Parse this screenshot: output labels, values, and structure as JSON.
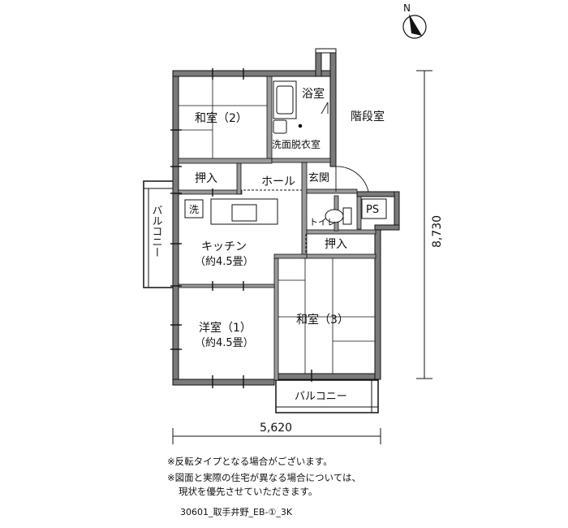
{
  "rooms": {
    "washitsu2": "和室（2）",
    "bathroom": "浴室",
    "stairwell": "階段室",
    "washroom": "洗面脱衣室",
    "oshiire1": "押入",
    "hall": "ホール",
    "genkan": "玄関",
    "ps": "PS",
    "sentaku": "洗",
    "toilet": "トイレ",
    "oshiire2": "押入",
    "balcony_west": "バルコニー",
    "kitchen": "キッチン",
    "kitchen_size": "（約4.5畳）",
    "youshitsu1": "洋室（1）",
    "youshitsu1_size": "（約4.5畳）",
    "washitsu3": "和室（3）",
    "balcony_south": "バルコニー"
  },
  "dimensions": {
    "width": "5,620",
    "height": "8,730"
  },
  "notes": {
    "note1": "※反転タイプとなる場合がございます。",
    "note2": "※図面と実際の住宅が異なる場合については、",
    "note3": "現状を優先させていただきます。"
  },
  "plan_code": "30601_取手井野_EB-①_3K",
  "compass": {
    "north_label": "N"
  }
}
